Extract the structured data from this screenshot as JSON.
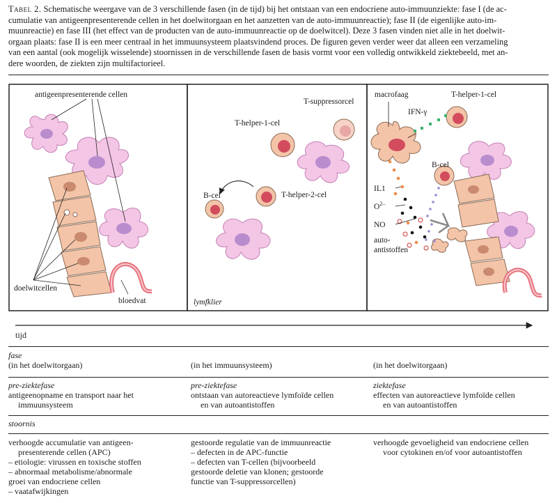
{
  "caption": {
    "tag": "Tabel 2.",
    "lines": [
      "Schematische weergave van de 3 verschillende fasen (in de tijd) bij het ontstaan van een endocriene auto-immuunziekte: fase I (de ac-",
      "cumulatie van antigeenpresenterende cellen in het doelwitorgaan en het aanzetten van de auto-immuunreactie); fase II (de eigenlijke auto-im-",
      "muunreactie) en fase III (het effect van de producten van de auto-immuunreactie op de doelwitcel). Deze 3 fasen vinden niet alle in het doelwit-",
      "orgaan plaats: fase II is een meer centraal in het immuunsysteem plaatsvindend proces. De figuren geven verder weer dat alleen een verzameling",
      "van een aantal (ook mogelijk wisselende) stoornissen in de verschillende fasen de basis vormt voor een volledig ontwikkeld ziektebeeld, met an-",
      "dere woorden, de ziekten zijn multifactorieel."
    ]
  },
  "panel1": {
    "apc_label": "antigeenpresenterende cellen",
    "target_label": "doelwitcellen",
    "vessel_label": "bloedvat"
  },
  "panel2": {
    "suppressor_label": "T-suppressorcel",
    "th1_label": "T-helper-1-cel",
    "bcel_label": "B-cel",
    "th2_label": "T-helper-2-cel",
    "lymph_label": "lymfklier"
  },
  "panel3": {
    "macrophage_label": "macrofaag",
    "th1_label": "T-helper-1-cel",
    "ifn_label": "IFN-γ",
    "bcel_label": "B-cel",
    "il1_label": "IL1",
    "o2_label": "O",
    "o2_sup": "2–",
    "no_label": "NO",
    "auto_label_1": "auto-",
    "auto_label_2": "antistoffen"
  },
  "timeline": {
    "label": "tijd"
  },
  "table": {
    "header": {
      "title": "fase",
      "col1": "(in het doelwitorgaan)",
      "col2": "(in het immuunsysteem)",
      "col3": "(in het doelwitorgaan)"
    },
    "phase": {
      "col1_title": "pre-ziektefase",
      "col1_lines": [
        "antigeenopname en transport naar het",
        "immuunsysteem"
      ],
      "col2_title": "pre-ziektefase",
      "col2_lines": [
        "ontstaan van autoreactieve lymfoïde cellen",
        "en van autoantistoffen"
      ],
      "col3_title": "ziektefase",
      "col3_lines": [
        "effecten van autoreactieve lymfoïde cellen",
        "en van autoantistoffen"
      ]
    },
    "disorder_title": "stoornis",
    "disorder": {
      "col1_lines": [
        "verhoogde accumulatie van antigeen-",
        "presenterende cellen (APC)",
        "– etiologie: virussen en toxische stoffen",
        "– abnormaal metabolisme/abnormale",
        "groei van endocriene cellen",
        "– vaatafwijkingen"
      ],
      "col2_lines": [
        "gestoorde regulatie van de immuunreactie",
        "– defecten in de APC-functie",
        "– defecten van T-cellen (bijvoorbeeld",
        "gestoorde deletie van klonen; gestoorde",
        "functie van T-suppressorcellen)"
      ],
      "col3_lines": [
        "verhoogde gevoeligheid van endocriene cellen",
        "voor cytokinen en/of voor autoantistoffen"
      ]
    }
  },
  "colors": {
    "apc_fill": "#f4c6e6",
    "apc_nucleus": "#b88ccd",
    "target_fill": "#f3c4a8",
    "target_nucleus": "#c98a6f",
    "vessel": "#e8737f",
    "tcell_nucleus": "#d24c5e",
    "ifn_dots": "#3cb371",
    "orange_dots": "#f08c4a",
    "violet_dots": "#9a8ad0"
  }
}
